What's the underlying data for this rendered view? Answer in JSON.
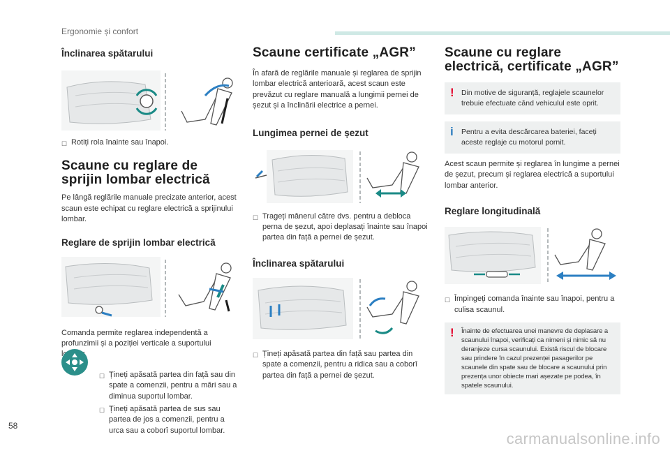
{
  "header": {
    "section": "Ergonomie și confort"
  },
  "page_number": "58",
  "watermark": "carmanualsonline.info",
  "col1": {
    "title1": "Înclinarea spătarului",
    "bullet1": "Rotiți rola înainte sau înapoi.",
    "title2": "Scaune cu reglare de sprijin lombar electrică",
    "para1": "Pe lângă reglările manuale precizate anterior, acest scaun este echipat cu reglare electrică a sprijinului lombar.",
    "title3": "Reglare de sprijin lombar electrică",
    "para2": "Comanda permite reglarea independentă a profunzimii și a poziției verticale a suportului lombar.",
    "bullet2": "Țineți apăsată partea din față sau din spate a comenzii, pentru a mări sau a diminua suportul lombar.",
    "bullet3": "Țineți apăsată partea de sus sau partea de jos a comenzii, pentru a urca sau a coborî suportul lombar."
  },
  "col2": {
    "title1": "Scaune certificate „AGR”",
    "para1": "În afară de reglările manuale și reglarea de sprijin lombar electrică anterioară, acest scaun este prevăzut cu reglare manuală a lungimii pernei de șezut și a înclinării electrice a pernei.",
    "title2": "Lungimea pernei de șezut",
    "bullet1": "Trageți mânerul către dvs. pentru a debloca perna de șezut, apoi deplasați înainte sau înapoi partea din față a pernei de șezut.",
    "title3": "Înclinarea spătarului",
    "bullet2": "Țineți apăsată partea din față sau partea din spate a comenzii, pentru a ridica sau a coborî partea din față a pernei de șezut."
  },
  "col3": {
    "title1": "Scaune cu reglare electrică, certificate „AGR”",
    "warn1": "Din motive de siguranță, reglajele scaunelor trebuie efectuate când vehiculul este oprit.",
    "info1": "Pentru a evita descărcarea bateriei, faceți aceste reglaje cu motorul pornit.",
    "para1": "Acest scaun permite și reglarea în lungime a pernei de șezut, precum și reglarea electrică a suportului lombar anterior.",
    "title2": "Reglare longitudinală",
    "bullet1": "Împingeți comanda înainte sau înapoi, pentru a culisa scaunul.",
    "warn2": "Înainte de efectuarea unei manevre de deplasare a scaunului înapoi, verificați ca nimeni și nimic să nu deranjeze cursa scaunului. Există riscul de blocare sau prindere în cazul prezenței pasagerilor pe scaunele din spate sau de blocare a scaunului prin prezența unor obiecte mari așezate pe podea, în spatele scaunului."
  },
  "icons": {
    "bullet_marker": "checkbox-bullet-icon",
    "warning": "exclamation-icon",
    "info": "info-i-icon"
  },
  "colors": {
    "accent": "#1a8a86",
    "arrow": "#2c7fc2",
    "warning": "#e4002b",
    "notice_bg": "#eef0f0"
  }
}
